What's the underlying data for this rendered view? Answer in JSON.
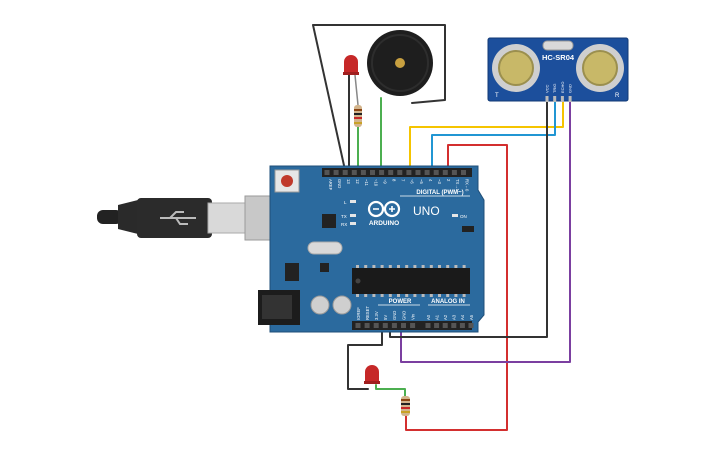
{
  "board": {
    "logo_brand": "ARDUINO",
    "model": "UNO",
    "digital_header_label": "DIGITAL (PWM~)",
    "power_header_label": "POWER",
    "analog_header_label": "ANALOG IN",
    "on_label": "ON",
    "led_labels": [
      "L",
      "TX",
      "RX"
    ],
    "digital_pins": [
      "AREF",
      "GND",
      "13",
      "12",
      "~11",
      "~10",
      "~9",
      "8",
      "7",
      "~6",
      "~5",
      "4",
      "~3",
      "2",
      "TX→1",
      "RX←0"
    ],
    "power_pins": [
      "IOREF",
      "RESET",
      "3.3V",
      "5V",
      "GND",
      "GND",
      "Vin"
    ],
    "analog_pins": [
      "A0",
      "A1",
      "A2",
      "A3",
      "A4",
      "A5"
    ]
  },
  "sensor": {
    "model": "HC-SR04",
    "left_mark": "T",
    "right_mark": "R",
    "pins": [
      "VCC",
      "TRIG",
      "ECHO",
      "GND"
    ]
  },
  "colors": {
    "board": "#2b6a9e",
    "board_dark": "#1f4f78",
    "sensor": "#1c4f9c",
    "wire_black": "#333333",
    "wire_green": "#4caf50",
    "wire_yellow": "#f5c400",
    "wire_blue": "#2196d3",
    "wire_red": "#d32f2f",
    "wire_purple": "#7b3fa0",
    "led_red": "#c62828"
  }
}
